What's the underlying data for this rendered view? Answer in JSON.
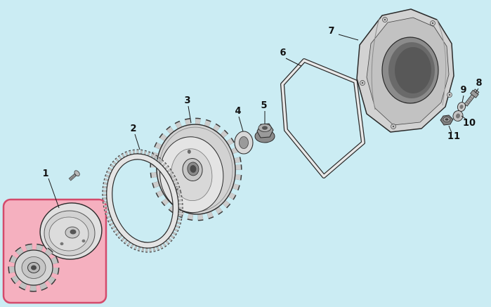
{
  "diagram": {
    "type": "exploded-parts-diagram",
    "background_color": "#cbecf3",
    "line_color": "#1a1a1a",
    "highlight": {
      "fill": "#f5b0bf",
      "border": "#d44a6b"
    },
    "callouts": [
      {
        "label": "1",
        "part": "clutch-drum-assembly"
      },
      {
        "label": "2",
        "part": "ring-gear"
      },
      {
        "label": "3",
        "part": "flywheel"
      },
      {
        "label": "4",
        "part": "washer"
      },
      {
        "label": "5",
        "part": "flange-nut"
      },
      {
        "label": "6",
        "part": "gasket"
      },
      {
        "label": "7",
        "part": "fan-housing"
      },
      {
        "label": "8",
        "part": "bolt"
      },
      {
        "label": "9",
        "part": "lock-washer"
      },
      {
        "label": "10",
        "part": "flat-washer"
      },
      {
        "label": "11",
        "part": "nut"
      }
    ]
  }
}
